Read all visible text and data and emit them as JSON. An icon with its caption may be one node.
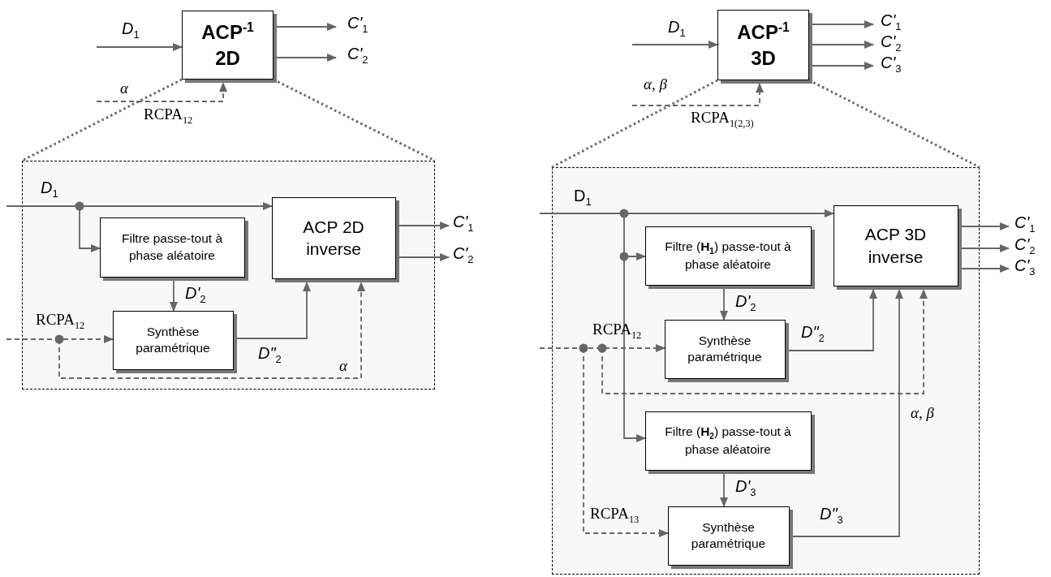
{
  "diagram": {
    "nodes": [
      {
        "text": [
          "ACP$^{-1}$ 2D"
        ]
      },
      {
        "text": [],
        "shape": "box"
      },
      {
        "text": [
          "Filtre passe-tout à phase aléatoire"
        ],
        "in": 1
      },
      {
        "text": [
          "Synthèse paramétrique"
        ],
        "in": 1
      },
      {
        "text": [
          "ACP 2D inverse"
        ],
        "in": 1
      },
      {
        "text": [
          "ACP$^{-1}$ 3D"
        ]
      },
      {
        "text": [],
        "shape": "box"
      },
      {
        "text": [
          "Filtre (**H**$_{1}$) passe-tout à phase aléatoire"
        ],
        "in": 6
      },
      {
        "text": [
          "Synthèse paramétrique"
        ],
        "in": 6
      },
      {
        "text": [
          "ACP 3D inverse"
        ],
        "in": 6
      },
      {
        "text": [
          "Filtre (**H**$_{2}$) passe-tout à phase aléatoire"
        ],
        "in": 6
      },
      {
        "text": [
          "Synthèse paramétrique"
        ],
        "in": 6
      }
    ],
    "edges": [
      {
        "from": null,
        "to": 0,
        "arrow": "to",
        "label": "*D*$_{1}$"
      },
      {
        "from": 0,
        "to": null,
        "arrow": "to",
        "label": "*C'*$_{1}$"
      },
      {
        "from": 0,
        "to": null,
        "arrow": "to",
        "label": "*C'*$_{2}$"
      },
      {
        "from": null,
        "to": 0,
        "arrow": "to",
        "label": "α",
        "style": "dashed"
      },
      {
        "from": 0,
        "to": 1,
        "arrow": "none",
        "style": "dashed"
      },
      {
        "from": 0,
        "to": 1,
        "arrow": "none",
        "style": "dashed"
      },
      {
        "from": null,
        "to": 4,
        "arrow": "to",
        "label": "*D*$_{1}$"
      },
      {
        "from": null,
        "to": 2,
        "arrow": "to"
      },
      {
        "from": 2,
        "to": 3,
        "arrow": "to",
        "label": "*D'*$_{2}$"
      },
      {
        "from": 3,
        "to": 4,
        "arrow": "to",
        "label": "*D\"*$_{2}$"
      },
      {
        "from": 4,
        "to": null,
        "arrow": "to",
        "label": "*C'*$_{1}$"
      },
      {
        "from": 4,
        "to": null,
        "arrow": "to",
        "label": "*C'*$_{2}$"
      },
      {
        "from": null,
        "to": 3,
        "arrow": "to",
        "label": "RCPA$_{12}$",
        "style": "dashed"
      },
      {
        "from": null,
        "to": 4,
        "arrow": "to",
        "label": "α",
        "style": "dashed"
      },
      {
        "from": null,
        "to": 5,
        "arrow": "to",
        "label": "*D*$_{1}$"
      },
      {
        "from": 5,
        "to": null,
        "arrow": "to",
        "label": "*C'*$_{1}$"
      },
      {
        "from": 5,
        "to": null,
        "arrow": "to",
        "label": "*C'*$_{2}$"
      },
      {
        "from": 5,
        "to": null,
        "arrow": "to",
        "label": "*C'*$_{3}$"
      },
      {
        "from": null,
        "to": 5,
        "arrow": "to",
        "label": "α, β",
        "style": "dashed"
      },
      {
        "from": 5,
        "to": 6,
        "arrow": "none",
        "style": "dashed"
      },
      {
        "from": 5,
        "to": 6,
        "arrow": "none",
        "style": "dashed"
      },
      {
        "from": null,
        "to": 9,
        "arrow": "to",
        "label": "D$_{1}$"
      },
      {
        "from": null,
        "to": 7,
        "arrow": "to"
      },
      {
        "from": null,
        "to": 10,
        "arrow": "to"
      },
      {
        "from": 7,
        "to": 8,
        "arrow": "to",
        "label": "*D'*$_{2}$"
      },
      {
        "from": 8,
        "to": 9,
        "arrow": "to",
        "label": "*D\"*$_{2}$"
      },
      {
        "from": 10,
        "to": 11,
        "arrow": "to",
        "label": "*D'*$_{3}$"
      },
      {
        "from": 11,
        "to": 9,
        "arrow": "to",
        "label": "*D\"*$_{3}$"
      },
      {
        "from": 9,
        "to": null,
        "arrow": "to",
        "label": "*C'*$_{1}$"
      },
      {
        "from": 9,
        "to": null,
        "arrow": "to",
        "label": "*C'*$_{2}$"
      },
      {
        "from": 9,
        "to": null,
        "arrow": "to",
        "label": "*C'*$_{3}$"
      },
      {
        "from": null,
        "to": 8,
        "arrow": "to",
        "label": "RCPA$_{12}$",
        "style": "dashed"
      },
      {
        "from": null,
        "to": 9,
        "arrow": "to",
        "label": "α, β",
        "style": "dashed"
      },
      {
        "from": null,
        "to": 11,
        "arrow": "to",
        "label": "RCPA$_{13}$",
        "style": "dashed"
      }
    ],
    "labels": [
      "RCPA$_{12}$",
      "RCPA$_{1(2,3)}$"
    ]
  }
}
